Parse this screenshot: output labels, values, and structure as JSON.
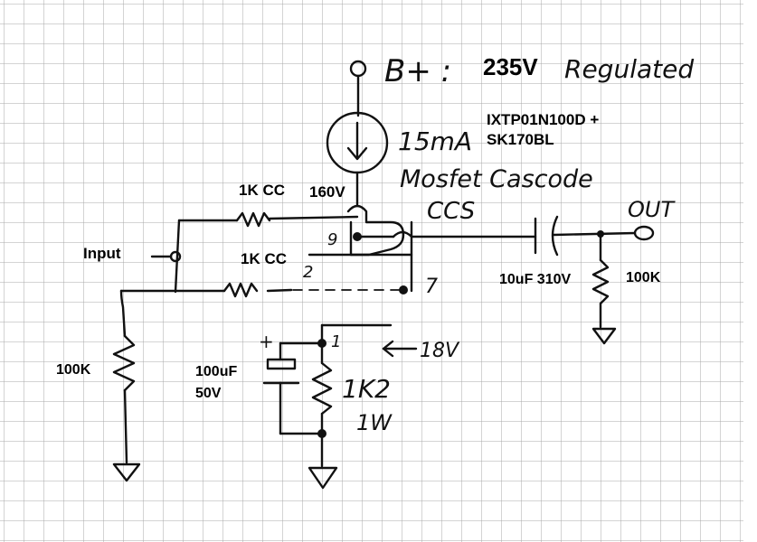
{
  "diagram": {
    "supply": {
      "label": "B+ :",
      "voltage": "235V",
      "note": "Regulated"
    },
    "ccs": {
      "current": "15mA",
      "part_number": "IXTP01N100D +",
      "part_number_2": "SK170BL",
      "type_line1": "Mosfet Cascode",
      "type_line2": "CCS"
    },
    "input_label": "Input",
    "grid_stopper_top": "1K CC",
    "grid_stopper_bottom": "1K CC",
    "plate_voltage": "160V",
    "pin_plate": "9",
    "pin_grid": "2",
    "pin_cathode": "7",
    "pin_cathode_2": "1",
    "output_label": "OUT",
    "coupling_cap": "10uF 310V",
    "output_load": "100K",
    "grid_leak": "100K",
    "cathode_cap_line1": "100uF",
    "cathode_cap_line2": "50V",
    "cap_polarity": "+",
    "cathode_resistor_line1": "1K2",
    "cathode_resistor_line2": "1W",
    "cathode_voltage": "18V"
  }
}
